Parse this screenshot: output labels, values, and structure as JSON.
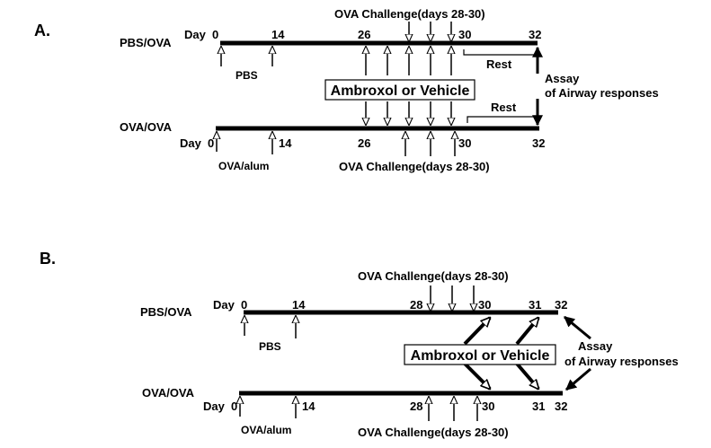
{
  "panel_a": {
    "label": "A.",
    "group_top": "PBS/OVA",
    "group_bottom": "OVA/OVA",
    "top_day_prefix": "Day",
    "top_days": [
      "0",
      "14",
      "26",
      "30",
      "32"
    ],
    "top_challenge_label": "OVA Challenge(days 28-30)",
    "pbs_label": "PBS",
    "rest_top": "Rest",
    "rest_bottom": "Rest",
    "treatment_label": "Ambroxol or Vehicle",
    "assay_line1": "Assay",
    "assay_line2": "of Airway responses",
    "bottom_day_prefix": "Day",
    "bottom_days": [
      "0",
      "14",
      "26",
      "30",
      "32"
    ],
    "sensitization_label": "OVA/alum",
    "bottom_challenge_label": "OVA Challenge(days 28-30)"
  },
  "panel_b": {
    "label": "B.",
    "group_top": "PBS/OVA",
    "group_bottom": "OVA/OVA",
    "top_day_prefix": "Day",
    "top_days": [
      "0",
      "14",
      "28",
      "30",
      "31",
      "32"
    ],
    "top_challenge_label": "OVA Challenge(days 28-30)",
    "pbs_label": "PBS",
    "treatment_label": "Ambroxol or Vehicle",
    "assay_line1": "Assay",
    "assay_line2": "of Airway responses",
    "bottom_day_prefix": "Day",
    "bottom_days": [
      "0",
      "14",
      "28",
      "30",
      "31",
      "32"
    ],
    "sensitization_label": "OVA/alum",
    "bottom_challenge_label": "OVA Challenge(days 28-30)"
  },
  "colors": {
    "ink": "#000000",
    "background": "#ffffff"
  }
}
